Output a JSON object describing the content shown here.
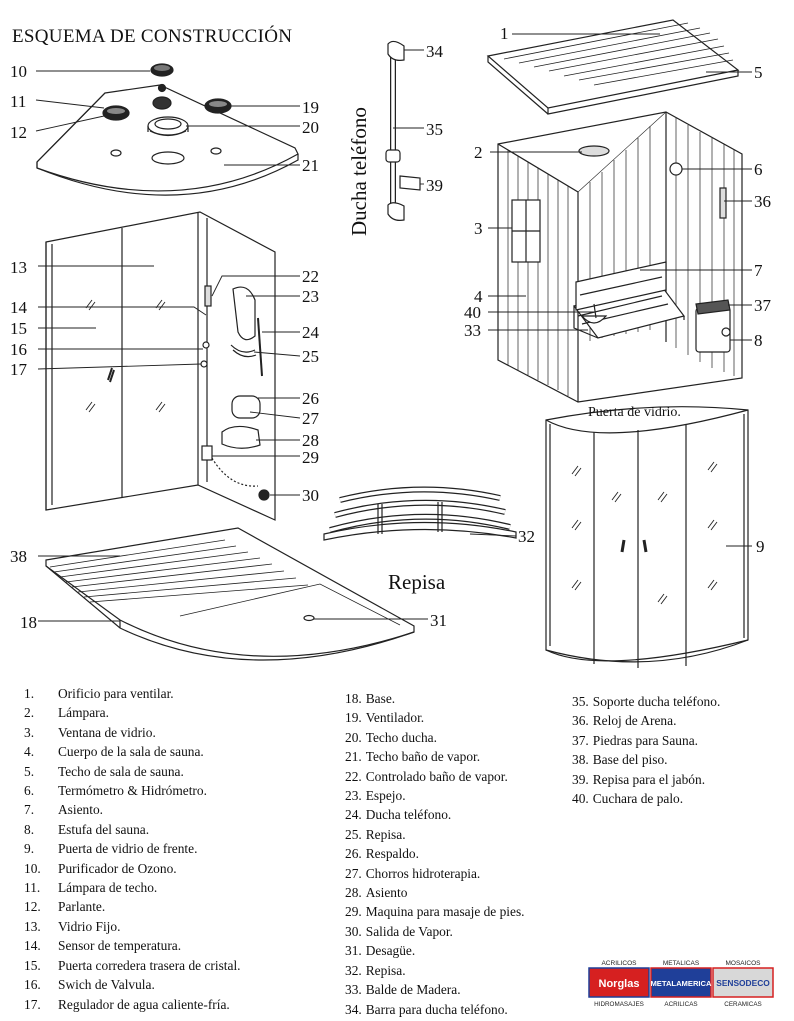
{
  "title": "ESQUEMA  DE  CONSTRUCCIÓN",
  "captions": {
    "ducha": "Ducha teléfono",
    "puerta": "Puerta de vidrio.",
    "repisa": "Repisa"
  },
  "callouts": [
    "1",
    "2",
    "3",
    "4",
    "5",
    "6",
    "7",
    "8",
    "9",
    "10",
    "11",
    "12",
    "13",
    "14",
    "15",
    "16",
    "17",
    "18",
    "19",
    "20",
    "21",
    "22",
    "23",
    "24",
    "25",
    "26",
    "27",
    "28",
    "29",
    "30",
    "31",
    "32",
    "33",
    "34",
    "35",
    "36",
    "37",
    "38",
    "39",
    "40"
  ],
  "legend": {
    "col1": [
      {
        "num": "1.",
        "text": "Orificio  para ventilar."
      },
      {
        "num": "2.",
        "text": "Lámpara."
      },
      {
        "num": "3.",
        "text": "Ventana de vidrio."
      },
      {
        "num": "4.",
        "text": "Cuerpo de la sala de sauna."
      },
      {
        "num": "5.",
        "text": "Techo de sala de sauna."
      },
      {
        "num": "6.",
        "text": "Termómetro  & Hidrómetro."
      },
      {
        "num": "7.",
        "text": "Asiento."
      },
      {
        "num": "8.",
        "text": "Estufa  del sauna."
      },
      {
        "num": "9.",
        "text": "Puerta de vidrio de frente."
      },
      {
        "num": "10.",
        "text": "Purificador  de Ozono."
      },
      {
        "num": "11.",
        "text": "Lámpara  de techo."
      },
      {
        "num": "12.",
        "text": "Parlante."
      },
      {
        "num": "13.",
        "text": "Vidrio  Fijo."
      },
      {
        "num": "14.",
        "text": "Sensor de temperatura."
      },
      {
        "num": "15.",
        "text": "Puerta corredera trasera de cristal."
      },
      {
        "num": "16.",
        "text": "Swich de Valvula."
      },
      {
        "num": "17.",
        "text": "Regulador  de agua caliente-fría."
      }
    ],
    "col2": [
      {
        "num": "18.",
        "text": "Base."
      },
      {
        "num": "19.",
        "text": "Ventilador."
      },
      {
        "num": "20.",
        "text": "Techo ducha."
      },
      {
        "num": "21.",
        "text": "Techo baño de vapor."
      },
      {
        "num": "22.",
        "text": "Controlado  baño de vapor."
      },
      {
        "num": "23.",
        "text": "Espejo."
      },
      {
        "num": "24.",
        "text": "Ducha  teléfono."
      },
      {
        "num": "25.",
        "text": "Repisa."
      },
      {
        "num": "26.",
        "text": "Respaldo."
      },
      {
        "num": "27.",
        "text": "Chorros hidroterapia."
      },
      {
        "num": "28.",
        "text": "Asiento"
      },
      {
        "num": "29.",
        "text": "Maquina  para masaje de pies."
      },
      {
        "num": "30.",
        "text": "Salida de Vapor."
      },
      {
        "num": "31.",
        "text": "Desagüe."
      },
      {
        "num": "32.",
        "text": "Repisa."
      },
      {
        "num": "33.",
        "text": "Balde de Madera."
      },
      {
        "num": "34.",
        "text": "Barra para ducha  teléfono."
      }
    ],
    "col3": [
      {
        "num": "35.",
        "text": "Soporte ducha teléfono."
      },
      {
        "num": "36.",
        "text": "Reloj  de Arena."
      },
      {
        "num": "37.",
        "text": "Piedras para Sauna."
      },
      {
        "num": "38.",
        "text": "Base del piso."
      },
      {
        "num": "39.",
        "text": "Repisa para el jabón."
      },
      {
        "num": "40.",
        "text": "Cuchara de palo."
      }
    ]
  },
  "logo": {
    "top": [
      "ACRILICOS",
      "METALICAS",
      "MOSAICOS"
    ],
    "brands": [
      "Norglas",
      "METALAMERICA",
      "SENSODECO"
    ],
    "bottom": [
      "HIDROMASAJES",
      "ACRILICAS",
      "CERAMICAS"
    ],
    "colors": {
      "red": "#d62020",
      "blue": "#1f3f99",
      "grey": "#d8d8d8"
    }
  }
}
